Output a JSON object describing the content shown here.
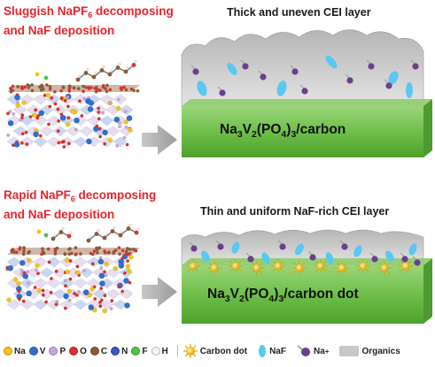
{
  "panel_top": {
    "title_line1_main": "Sluggish NaPF",
    "title_line1_sub": "6",
    "title_line1_tail": " decomposing",
    "title_line2": "and NaF deposition",
    "layer_caption": "Thick and uneven CEI layer",
    "substrate_label_parts": [
      "Na",
      "3",
      "V",
      "2",
      "(PO",
      "4",
      ")",
      "3",
      "/carbon"
    ]
  },
  "panel_bottom": {
    "title_line1_main": "Rapid NaPF",
    "title_line1_sub": "6",
    "title_line1_tail": " decomposing",
    "title_line2": "and NaF deposition",
    "layer_caption": "Thin and uniform NaF-rich CEI layer",
    "substrate_label_parts": [
      "Na",
      "3",
      "V",
      "2",
      "(PO",
      "4",
      ")",
      "3",
      "/carbon dot"
    ]
  },
  "legend": {
    "atoms": [
      {
        "label": "Na",
        "color": "#f2c31a"
      },
      {
        "label": "V",
        "color": "#2f6fd1"
      },
      {
        "label": "P",
        "color": "#c9a6d8"
      },
      {
        "label": "O",
        "color": "#e0302a"
      },
      {
        "label": "C",
        "color": "#8a5a3a"
      },
      {
        "label": "N",
        "color": "#3a55c8"
      },
      {
        "label": "F",
        "color": "#4dc24d"
      },
      {
        "label": "H",
        "color": "#f4f4f4"
      }
    ],
    "carbon_dot": "Carbon dot",
    "naf": "NaF",
    "na_ion": "Na",
    "na_ion_sup": "+",
    "organics": "Organics"
  },
  "colors": {
    "accent_red": "#e8232a",
    "substrate_green": "#6fbf4a",
    "naf_blue": "#5ac8f0",
    "na_purple": "#6b3f8c",
    "organics_gray": "#c8c8c8"
  }
}
